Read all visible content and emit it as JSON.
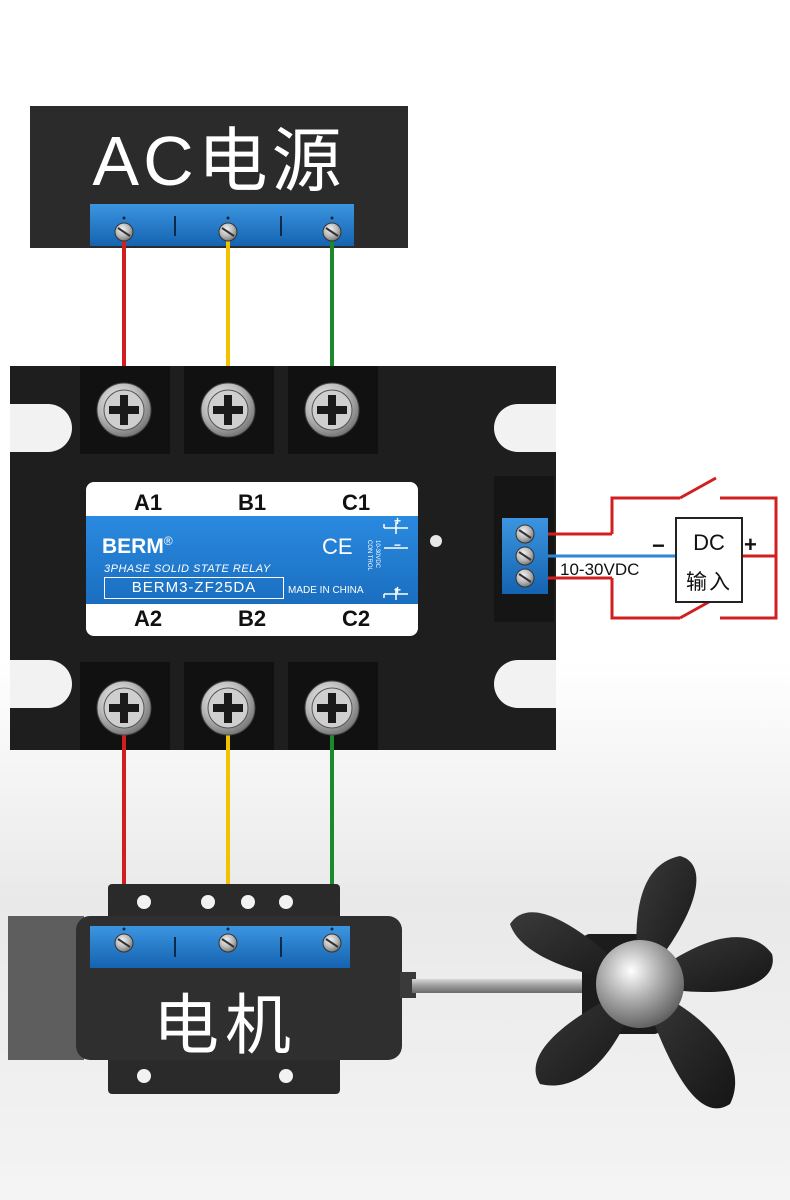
{
  "ac_source": {
    "title": "AC电源"
  },
  "relay": {
    "brand": "BERM",
    "brand_mark": "®",
    "subtitle": "3PHASE SOLID STATE RELAY",
    "model": "BERM3-ZF25DA",
    "made_in": "MADE IN CHINA",
    "ce_mark": "CE",
    "control_label_1": "CON TROL",
    "control_label_2": "10-30VDC",
    "top_terminals": [
      "A1",
      "B1",
      "C1"
    ],
    "bottom_terminals": [
      "A2",
      "B2",
      "C2"
    ],
    "control_plus_top": "+",
    "control_minus": "−",
    "control_plus_bottom": "+"
  },
  "dc_input": {
    "line1": "DC",
    "line2": "输入",
    "minus": "−",
    "plus": "+",
    "voltage": "10-30VDC"
  },
  "motor": {
    "title": "电机"
  },
  "wire_colors": {
    "phase_a": "#d11f1f",
    "phase_b": "#f2c200",
    "phase_c": "#1a8a2a",
    "dc_neg": "#2e86d6",
    "dc_pos": "#d11f1f"
  },
  "accent_colors": {
    "terminal_strip": "#1f7fd0",
    "label_blue": "#1f7fd0",
    "body": "#222222"
  }
}
